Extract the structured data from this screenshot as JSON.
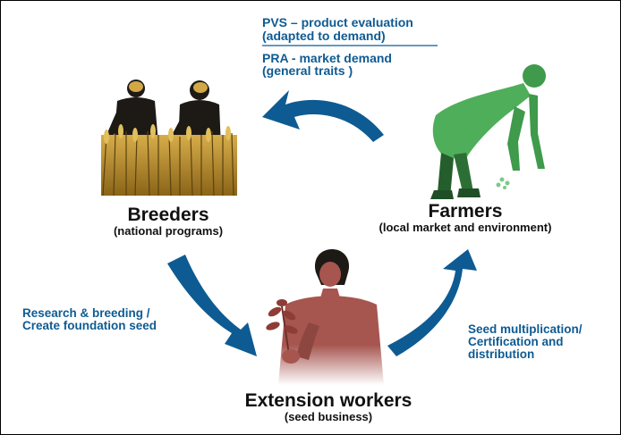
{
  "top_labels": {
    "pvs_line1": "PVS – product evaluation",
    "pvs_line2": "(adapted to demand)",
    "pra_line1": "PRA - market demand",
    "pra_line2": "(general traits )"
  },
  "breeders": {
    "title": "Breeders",
    "subtitle": "(national programs)"
  },
  "farmers": {
    "title": "Farmers",
    "subtitle": "(local market and environment)"
  },
  "extension": {
    "title": "Extension workers",
    "subtitle": "(seed business)"
  },
  "left_arrow_label": {
    "line1": "Research & breeding /",
    "line2": "Create foundation seed"
  },
  "right_arrow_label": {
    "line1": "Seed multiplication/",
    "line2": "Certification and",
    "line3": "distribution"
  },
  "colors": {
    "arrow": "#0e5b93",
    "label_blue": "#0e5b93",
    "breeders_gold": "#c2962c",
    "farmer_green": "#3f9a4b",
    "extension_red": "#a6554f"
  }
}
